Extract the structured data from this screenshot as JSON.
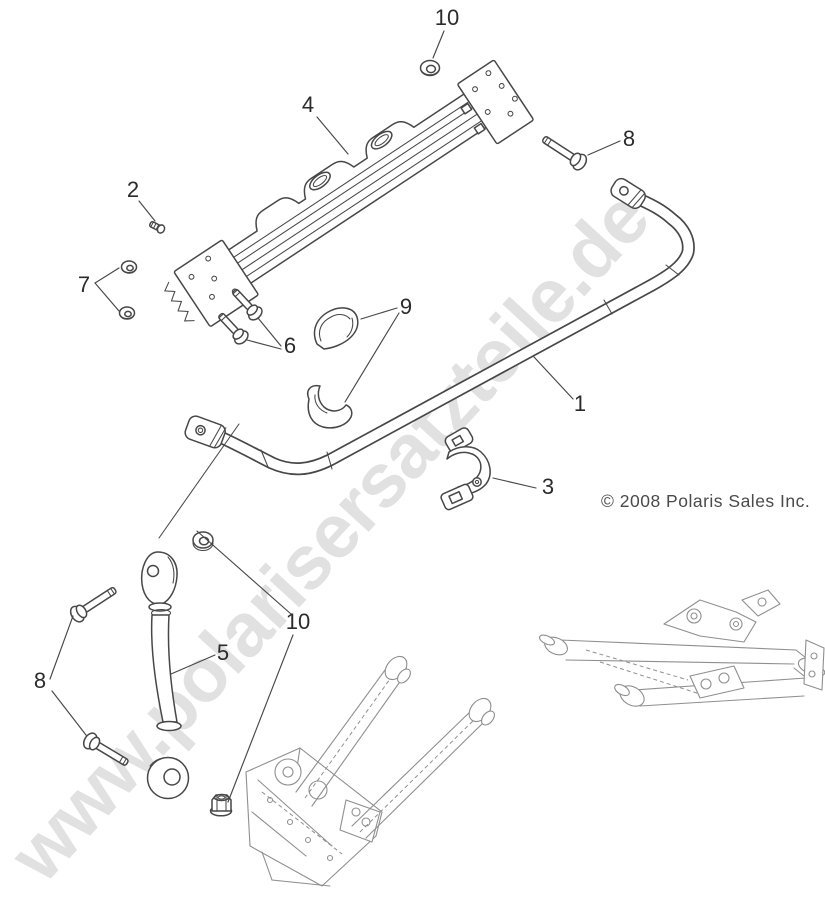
{
  "watermark": {
    "text": "www.polarisersatzteile.de"
  },
  "copyright": {
    "text": "© 2008 Polaris Sales Inc."
  },
  "callouts": [
    {
      "number": "10"
    },
    {
      "number": "4"
    },
    {
      "number": "8"
    },
    {
      "number": "2"
    },
    {
      "number": "7"
    },
    {
      "number": "6"
    },
    {
      "number": "9"
    },
    {
      "number": "1"
    },
    {
      "number": "3"
    },
    {
      "number": "5"
    },
    {
      "number": "10"
    },
    {
      "number": "8"
    }
  ],
  "colors": {
    "ink": "#474747",
    "light": "#8f8f8f",
    "label": "#2b2b2b",
    "wm": "#cfcfcf",
    "copy": "#4a4a4a",
    "bg": "#ffffff"
  }
}
